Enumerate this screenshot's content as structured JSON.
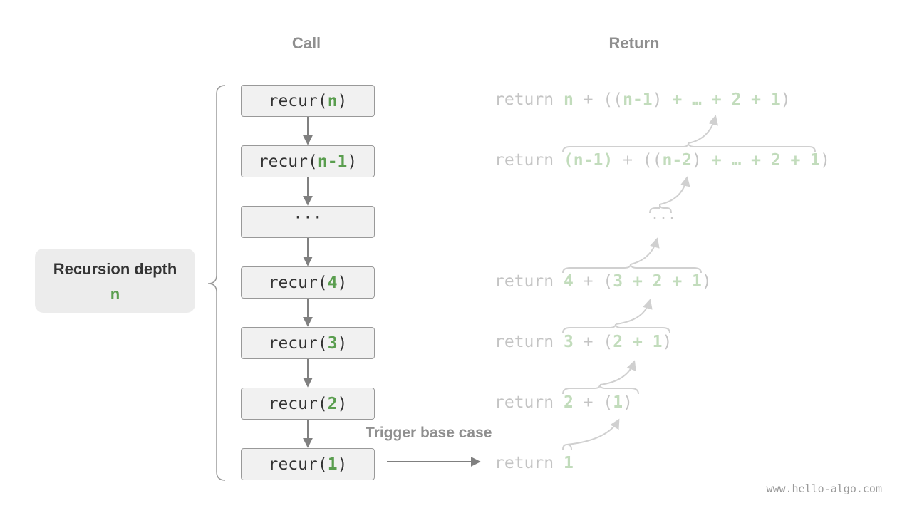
{
  "headers": {
    "call": "Call",
    "return": "Return"
  },
  "depth": {
    "title": "Recursion depth",
    "value": "n"
  },
  "calls": [
    {
      "fn": "recur(",
      "arg": "n",
      "close": ")"
    },
    {
      "fn": "recur(",
      "arg": "n-1",
      "close": ")"
    },
    {
      "fn": "",
      "arg": "",
      "close": "",
      "text": "···"
    },
    {
      "fn": "recur(",
      "arg": "4",
      "close": ")"
    },
    {
      "fn": "recur(",
      "arg": "3",
      "close": ")"
    },
    {
      "fn": "recur(",
      "arg": "2",
      "close": ")"
    },
    {
      "fn": "recur(",
      "arg": "1",
      "close": ")"
    }
  ],
  "returns": {
    "keyword": "return",
    "r1": {
      "v1": "n",
      "plus": "+",
      "open": "((",
      "v2": "n-1",
      "mid": ")",
      "rest": "+ … + 2 + 1",
      "end": ")"
    },
    "r2": {
      "v1": "(n-1)",
      "plus": "+",
      "open": "((",
      "v2": "n-2",
      "mid": ")",
      "rest": "+ … + 2 + 1",
      "end": ")"
    },
    "r3": {
      "text": "···"
    },
    "r4": {
      "v1": "4",
      "plus": "+",
      "open": "(",
      "v2": "3 + 2 + 1",
      "end": ")"
    },
    "r5": {
      "v1": "3",
      "plus": "+",
      "open": "(",
      "v2": "2 + 1",
      "end": ")"
    },
    "r6": {
      "v1": "2",
      "plus": "+",
      "open": "(",
      "v2": "1",
      "end": ")"
    },
    "r7": {
      "v1": "1"
    }
  },
  "trigger_label": "Trigger base case",
  "footer": "www.hello-algo.com",
  "colors": {
    "accent": "#5a9e4f",
    "accent_faded": "#c2dcbc",
    "box_fill": "#f1f1f1",
    "box_border": "#999999",
    "text_muted": "#8f8f8f",
    "arrow": "#808080",
    "arrow_faded": "#d0d0d0"
  }
}
